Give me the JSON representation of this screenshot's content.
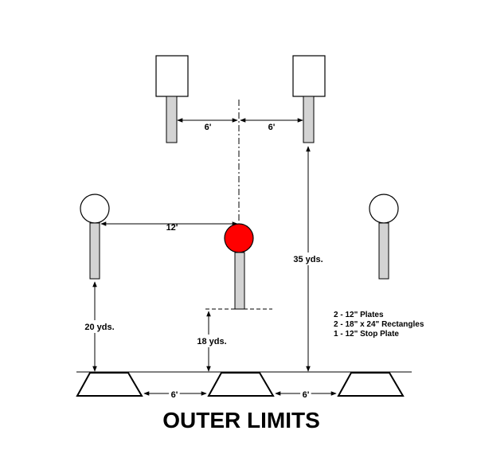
{
  "title": "OUTER LIMITS",
  "dimensions": {
    "rect_spacing_left": "6'",
    "rect_spacing_right": "6'",
    "plate_to_stop": "12'",
    "rectangles_distance": "35 yds.",
    "plates_distance": "20 yds.",
    "stop_plate_distance": "18 yds.",
    "box_spacing_left": "6'",
    "box_spacing_right": "6'"
  },
  "legend": [
    "2 - 12\" Plates",
    "2 - 18\" x 24\" Rectangles",
    "1 - 12\" Stop Plate"
  ],
  "colors": {
    "stop_plate": "#ff0000",
    "post": "#d3d3d3",
    "line": "#000000"
  }
}
